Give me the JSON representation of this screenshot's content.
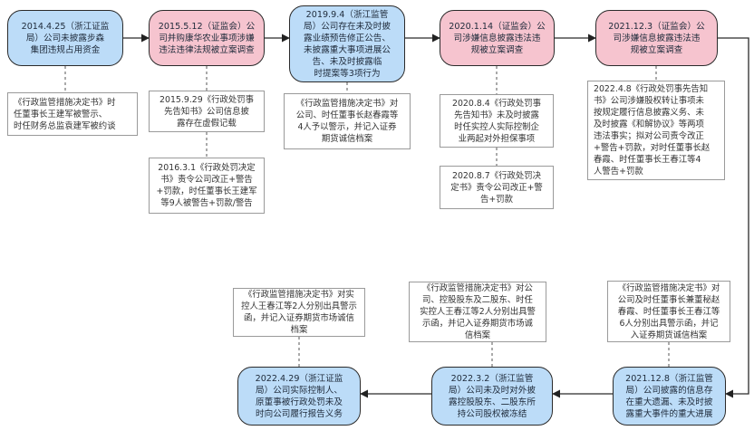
{
  "diagram": {
    "events": [
      {
        "id": "e1",
        "text": "2014.4.25（浙江证监\n局）公司未披露步森\n集团违规占用资金",
        "color": "blue"
      },
      {
        "id": "e2",
        "text": "2015.5.12（证监会）公\n司并购康华农业事项涉嫌\n违法违律法规被立案调查",
        "color": "pink"
      },
      {
        "id": "e3",
        "text": "2019.9.4（浙江监管\n局）公司存在未及时披\n露业绩预告修正公告、\n未披露重大事项进展公\n告、未及时披露临\n时提案等3项行为",
        "color": "blue"
      },
      {
        "id": "e4",
        "text": "2020.1.14（证监会）公\n司涉嫌信息披露违法违\n规被立案调查",
        "color": "pink"
      },
      {
        "id": "e5",
        "text": "2021.12.3（证监会）公\n司涉嫌信息披露违法违\n规被立案调查",
        "color": "pink"
      },
      {
        "id": "e6",
        "text": "2021.12.8（浙江监管\n局）公司披露的信息存\n在重大遗漏、未及时披\n露重大事件的重大进展",
        "color": "blue"
      },
      {
        "id": "e7",
        "text": "2022.3.2（浙江监管\n局）公司未及时对外披\n露控股股东、二股东所\n持公司股权被冻结",
        "color": "blue"
      },
      {
        "id": "e8",
        "text": "2022.4.29（浙江证监\n局）公司实际控制人、\n原董事被行政处罚未及\n时向公司履行报告义务",
        "color": "blue"
      }
    ],
    "notes": [
      {
        "id": "n1",
        "text": "《行政监管措施决定书》时\n任董事长王建军被警示、\n时任财务总监袁建军被约谈",
        "align": "left"
      },
      {
        "id": "n2",
        "text": "2015.9.29《行政处罚事\n先告知书》公司信息披\n露存在虚假记载",
        "align": "center"
      },
      {
        "id": "n3",
        "text": "2016.3.1《行政处罚决定\n书》责令公司改正+警告\n+罚款，时任董事长王建军\n等9人被警告+罚款/警告",
        "align": "center"
      },
      {
        "id": "n4",
        "text": "《行政监管措施决定书》对\n公司、时任董事长赵春霞等\n4人予以警示，并记入证券\n期货诚信档案",
        "align": "center"
      },
      {
        "id": "n5",
        "text": "2020.8.4《行政处罚事\n先告知书》未及时披露\n时任实控人实际控制企\n业两起对外担保事项",
        "align": "center"
      },
      {
        "id": "n6",
        "text": "2020.8.7《行政处罚决\n定书》责令公司改正+警\n告+罚款",
        "align": "center"
      },
      {
        "id": "n7",
        "text": "2022.4.8《行政处罚事先告知\n书》公司涉嫌股权转让事项未\n按规定履行信息披露义务、未\n及时披露《和解协议》等两项\n违法事实；拟对公司责令改正\n+警告+罚款，对时任董事长赵\n春霞、时任董事长王春江等4\n人警告+罚款",
        "align": "left"
      },
      {
        "id": "n8",
        "text": "《行政监管措施决定书》对\n公司及时任董事长兼董秘赵\n春霞、时任董事长王春江等\n6人分别出具警示函，并记\n入证券期货诚信档案",
        "align": "center"
      },
      {
        "id": "n9",
        "text": "《行政监管措施决定书》对公\n司、控股股东及二股东、时任\n实控人王春江等2人分别出具警\n示函，并记入证券期货市场诚\n信档案",
        "align": "center"
      },
      {
        "id": "n10",
        "text": "《行政监管措施决定书》对实\n控人王春江等2人分别出具警示\n函，并记入证券期货市场诚信\n档案",
        "align": "center"
      }
    ]
  }
}
